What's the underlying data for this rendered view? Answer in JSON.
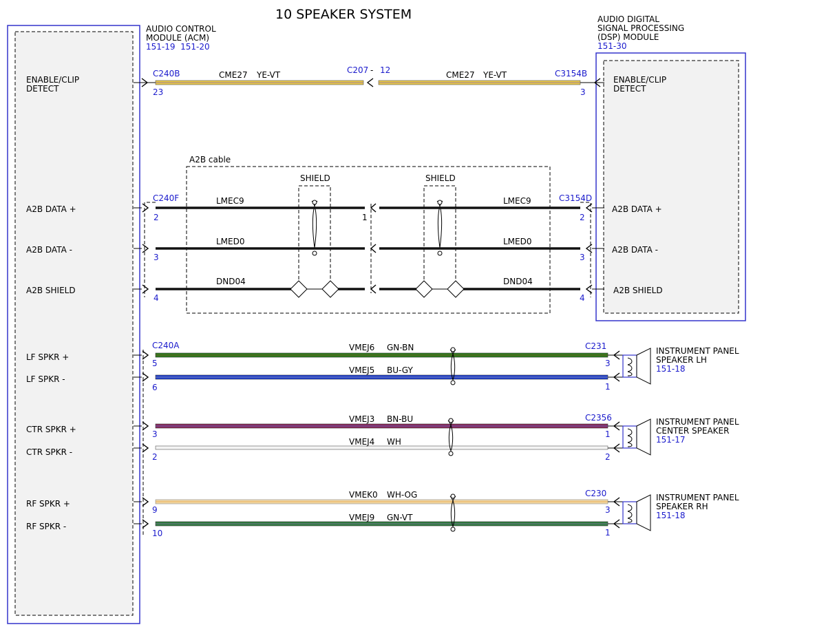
{
  "title": "10 SPEAKER SYSTEM",
  "colors": {
    "module_border": "#3333cc",
    "module_fill": "#f2f2f2",
    "ref_text": "#1a1acc",
    "ye_vt": "#e8c84a",
    "gn_bn": "#2e7d1e",
    "bu_gy": "#1f3fd0",
    "bn_bu": "#8a2a5a",
    "wh": "#f4f4f4",
    "wh_og": "#f2d9a8",
    "gn_vt": "#2e7d3e",
    "black": "#111111"
  },
  "acm": {
    "name_lines": [
      "AUDIO CONTROL",
      "MODULE (ACM)"
    ],
    "refs": "151-19  151-20",
    "pins": [
      "ENABLE/CLIP",
      "DETECT",
      "A2B DATA +",
      "A2B DATA -",
      "A2B SHIELD",
      "LF SPKR +",
      "LF SPKR -",
      "CTR SPKR +",
      "CTR SPKR -",
      "RF SPKR +",
      "RF SPKR -"
    ]
  },
  "dsp": {
    "name_lines": [
      "AUDIO DIGITAL",
      "SIGNAL PROCESSING",
      "(DSP) MODULE"
    ],
    "ref": "151-30",
    "pins": [
      "ENABLE/CLIP",
      "DETECT",
      "A2B DATA +",
      "A2B DATA -",
      "A2B SHIELD"
    ]
  },
  "connectors": {
    "c240b": "C240B",
    "c240b_pin": "23",
    "c207": "C207",
    "c207_dash": "-",
    "c207_pin": "12",
    "c3154b": "C3154B",
    "c3154b_pin": "3",
    "c240f": "C240F",
    "c240f_pins": [
      "2",
      "3",
      "4"
    ],
    "c3154d": "C3154D",
    "c3154d_pins": [
      "2",
      "3",
      "4"
    ],
    "inline_pin": "1",
    "c240a": "C240A",
    "c240a_pins": [
      "5",
      "6",
      "3",
      "2",
      "9",
      "10"
    ],
    "c231": "C231",
    "c231_pins": [
      "3",
      "1"
    ],
    "c2356": "C2356",
    "c2356_pins": [
      "1",
      "2"
    ],
    "c230": "C230",
    "c230_pins": [
      "3",
      "1"
    ]
  },
  "wires": {
    "cme27": "CME27",
    "ye_vt": "YE-VT",
    "lmec9": "LMEC9",
    "lmed0": "LMED0",
    "dnd04": "DND04",
    "vmej6": "VMEJ6",
    "gn_bn": "GN-BN",
    "vmej5": "VMEJ5",
    "bu_gy": "BU-GY",
    "vmej3": "VMEJ3",
    "bn_bu": "BN-BU",
    "vmej4": "VMEJ4",
    "wh": "WH",
    "vmek0": "VMEK0",
    "wh_og": "WH-OG",
    "vmej9": "VMEJ9",
    "gn_vt": "GN-VT"
  },
  "a2b_cable": "A2B cable",
  "shield": "SHIELD",
  "speakers": {
    "lh": {
      "lines": [
        "INSTRUMENT PANEL",
        "SPEAKER LH"
      ],
      "ref": "151-18"
    },
    "center": {
      "lines": [
        "INSTRUMENT PANEL",
        "CENTER SPEAKER"
      ],
      "ref": "151-17"
    },
    "rh": {
      "lines": [
        "INSTRUMENT PANEL",
        "SPEAKER RH"
      ],
      "ref": "151-18"
    }
  }
}
